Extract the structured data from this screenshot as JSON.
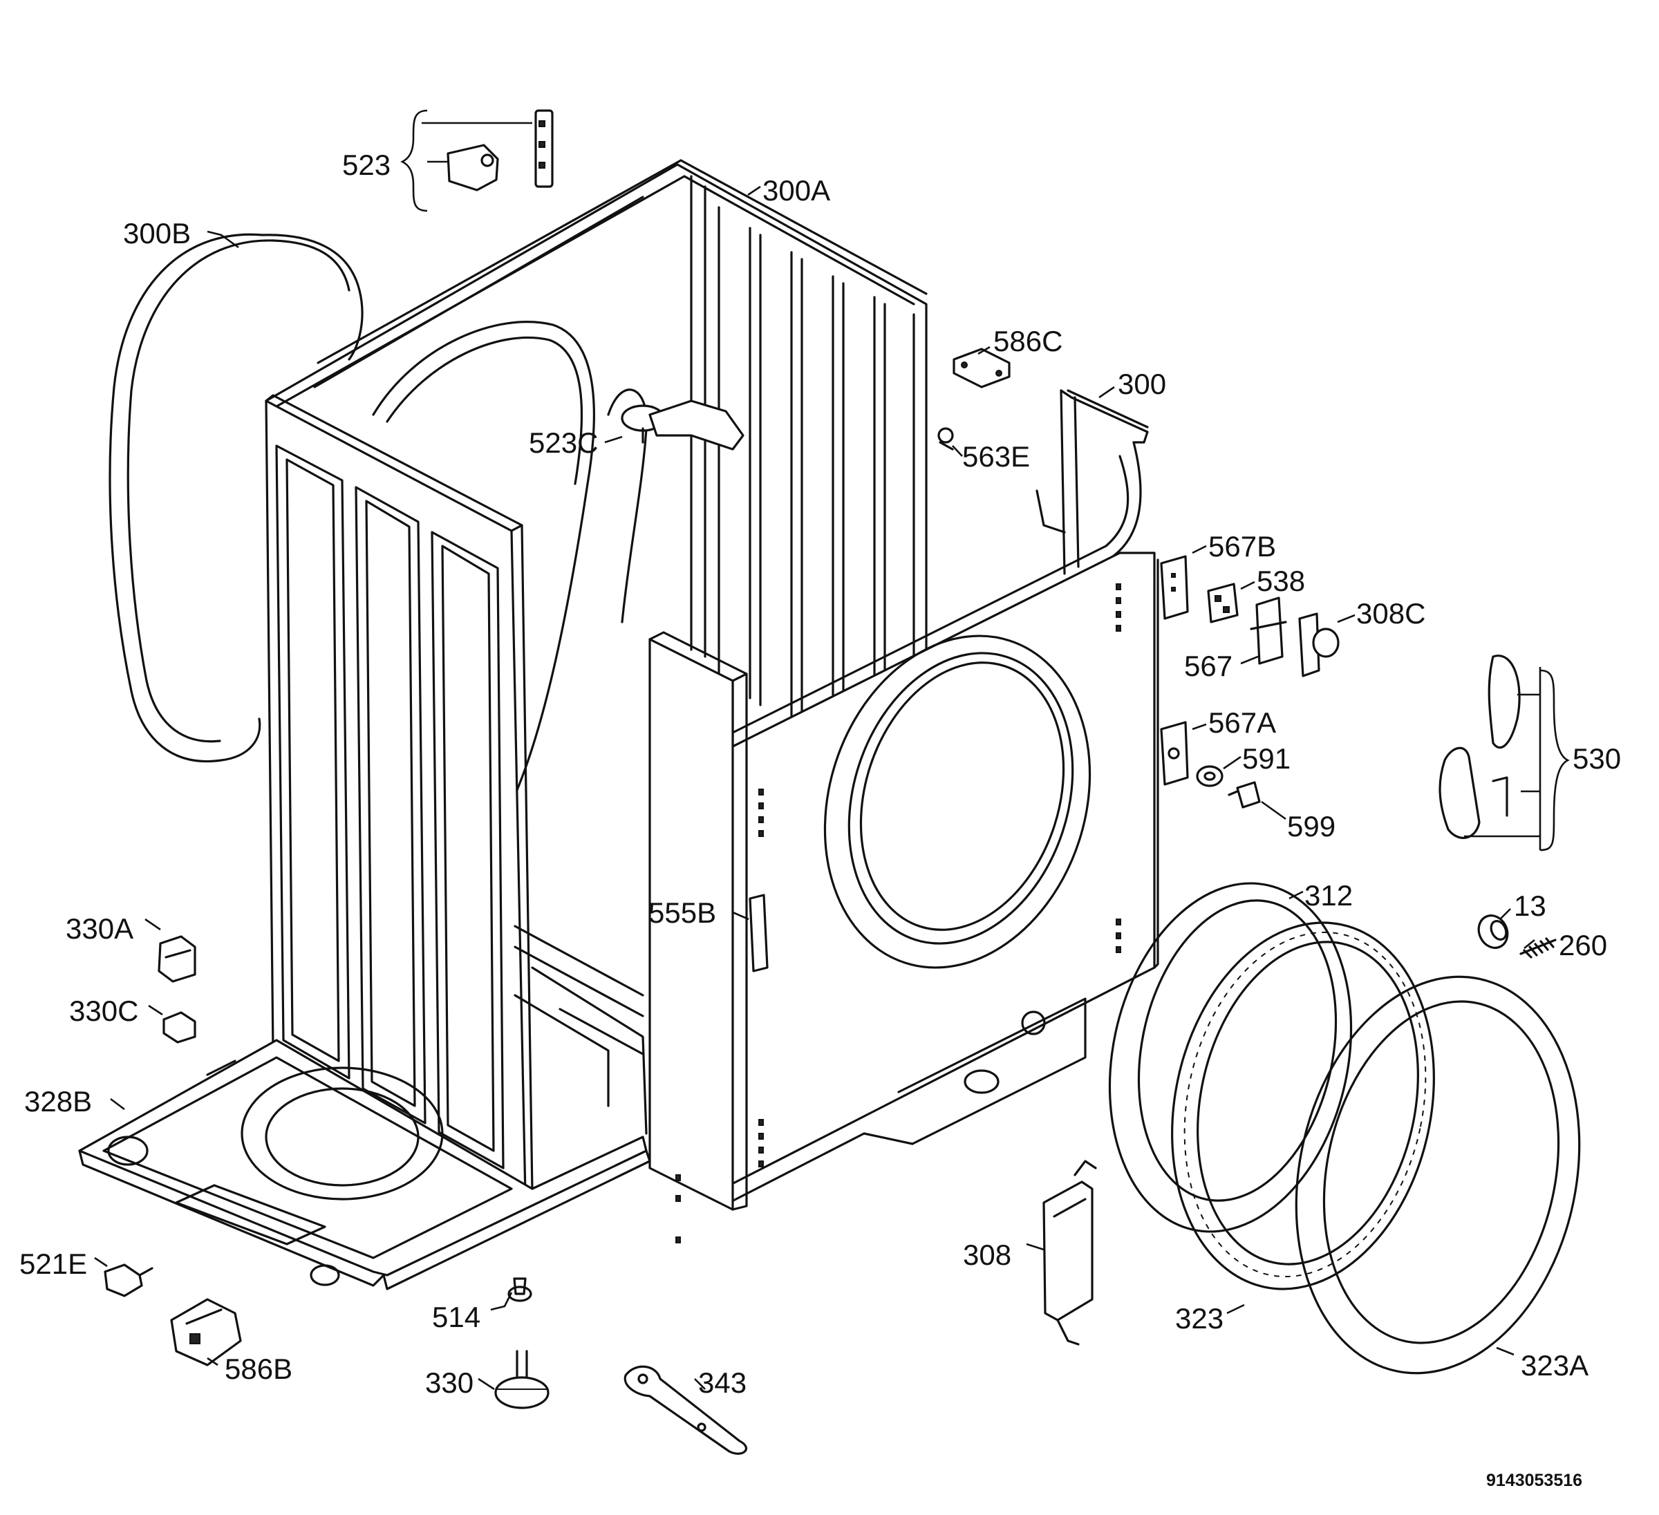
{
  "diagram": {
    "document_number": "9143053516",
    "callouts": [
      {
        "id": "523",
        "label": "523"
      },
      {
        "id": "300A",
        "label": "300A"
      },
      {
        "id": "300B",
        "label": "300B"
      },
      {
        "id": "586C",
        "label": "586C"
      },
      {
        "id": "300",
        "label": "300"
      },
      {
        "id": "523C",
        "label": "523C"
      },
      {
        "id": "563E",
        "label": "563E"
      },
      {
        "id": "567B",
        "label": "567B"
      },
      {
        "id": "538",
        "label": "538"
      },
      {
        "id": "308C",
        "label": "308C"
      },
      {
        "id": "567",
        "label": "567"
      },
      {
        "id": "567A",
        "label": "567A"
      },
      {
        "id": "591",
        "label": "591"
      },
      {
        "id": "530",
        "label": "530"
      },
      {
        "id": "599",
        "label": "599"
      },
      {
        "id": "312",
        "label": "312"
      },
      {
        "id": "555B",
        "label": "555B"
      },
      {
        "id": "13",
        "label": "13"
      },
      {
        "id": "330A",
        "label": "330A"
      },
      {
        "id": "260",
        "label": "260"
      },
      {
        "id": "330C",
        "label": "330C"
      },
      {
        "id": "328B",
        "label": "328B"
      },
      {
        "id": "521E",
        "label": "521E"
      },
      {
        "id": "308",
        "label": "308"
      },
      {
        "id": "514",
        "label": "514"
      },
      {
        "id": "323",
        "label": "323"
      },
      {
        "id": "586B",
        "label": "586B"
      },
      {
        "id": "330",
        "label": "330"
      },
      {
        "id": "343",
        "label": "343"
      },
      {
        "id": "323A",
        "label": "323A"
      }
    ]
  }
}
